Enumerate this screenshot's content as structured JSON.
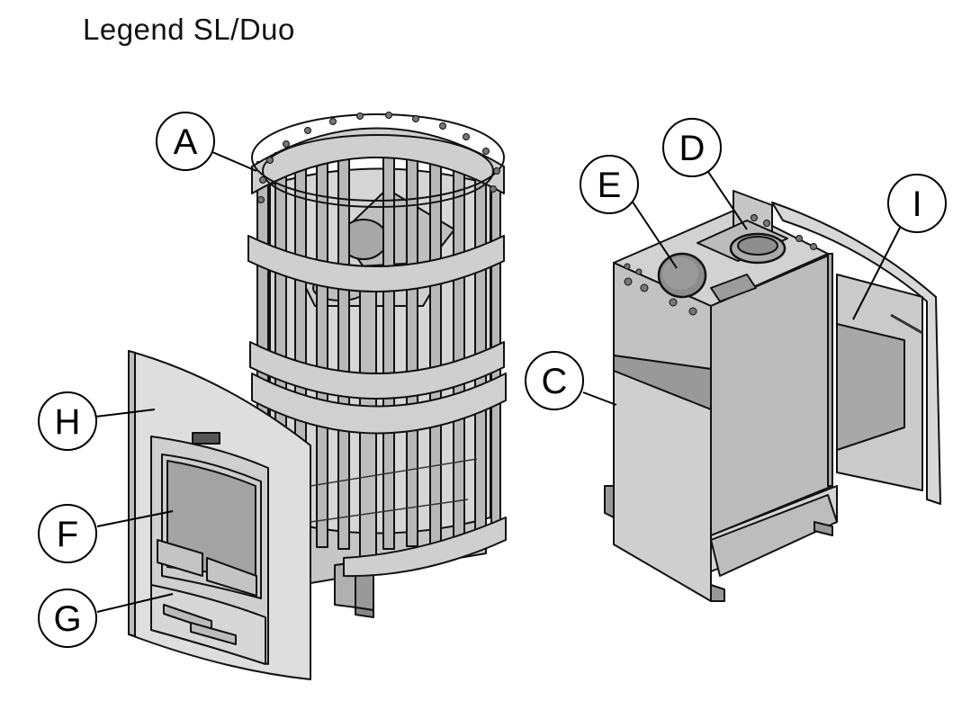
{
  "title": "Legend SL/Duo",
  "colors": {
    "steel": "#c9c9c9",
    "steel_light": "#dcdcdc",
    "steel_dark": "#a6a6a6",
    "glass": "#9e9e9e",
    "outline": "#111111"
  },
  "callouts": [
    {
      "id": "A",
      "label": "A",
      "part": "stone-cage"
    },
    {
      "id": "H",
      "label": "H",
      "part": "front-panel"
    },
    {
      "id": "F",
      "label": "F",
      "part": "door-glass"
    },
    {
      "id": "G",
      "label": "G",
      "part": "ash-drawer"
    },
    {
      "id": "E",
      "label": "E",
      "part": "flue-outlet"
    },
    {
      "id": "D",
      "label": "D",
      "part": "top-outlet"
    },
    {
      "id": "I",
      "label": "I",
      "part": "side-panel"
    },
    {
      "id": "C",
      "label": "C",
      "part": "heater-body"
    }
  ]
}
